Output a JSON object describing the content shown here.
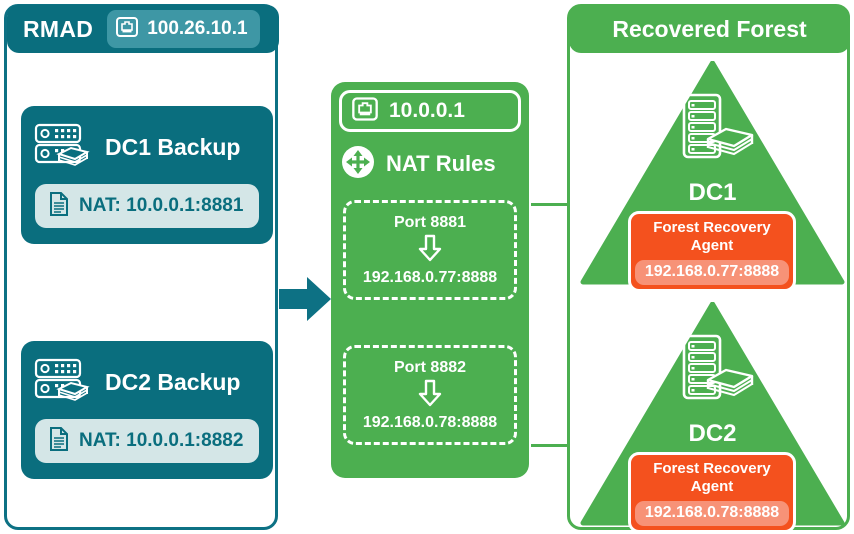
{
  "colors": {
    "teal_dark": "#0a6e7e",
    "teal_light": "#3e97a5",
    "teal_badge_bg": "#d4e6e7",
    "green": "#4caf50",
    "orange": "#f4511e",
    "orange_light": "#f79277",
    "white": "#ffffff"
  },
  "rmad": {
    "title": "RMAD",
    "ip_icon": "ethernet-port-icon",
    "ip": "100.26.10.1",
    "backups": [
      {
        "icon": "server-backup-icon",
        "label": "DC1 Backup",
        "nat_icon": "document-icon",
        "nat_label": "NAT: 10.0.0.1:8881"
      },
      {
        "icon": "server-backup-icon",
        "label": "DC2 Backup",
        "nat_icon": "document-icon",
        "nat_label": "NAT: 10.0.0.1:8882"
      }
    ]
  },
  "flow": {
    "rmad_to_nat_arrow": "right-block-arrow-icon",
    "nat_to_dc_arrow": "right-line-arrow-icon"
  },
  "nat": {
    "ip_icon": "ethernet-port-icon",
    "ip": "10.0.0.1",
    "rules_icon": "nat-router-icon",
    "rules_title": "NAT Rules",
    "rules": [
      {
        "port": "Port 8881",
        "arrow_icon": "down-arrow-icon",
        "target": "192.168.0.77:8888"
      },
      {
        "port": "Port 8882",
        "arrow_icon": "down-arrow-icon",
        "target": "192.168.0.78:8888"
      }
    ]
  },
  "forest": {
    "title": "Recovered Forest",
    "dcs": [
      {
        "icon": "server-rack-books-icon",
        "name": "DC1",
        "agent_title": "Forest Recovery Agent",
        "agent_ip": "192.168.0.77:8888"
      },
      {
        "icon": "server-rack-books-icon",
        "name": "DC2",
        "agent_title": "Forest Recovery Agent",
        "agent_ip": "192.168.0.78:8888"
      }
    ]
  }
}
